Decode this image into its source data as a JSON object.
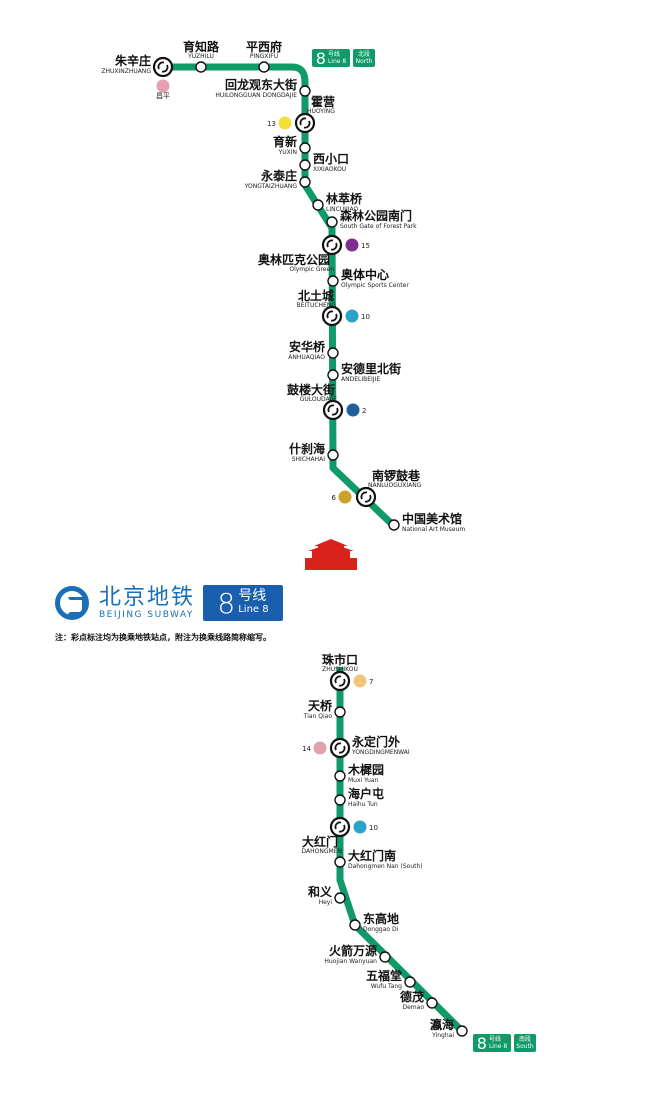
{
  "line_color": "#0f9a68",
  "north_badge": {
    "line": "8",
    "line_cn": "号线",
    "line_en": "Line 8",
    "section_cn": "北段",
    "section_en": "North"
  },
  "south_badge": {
    "line": "8",
    "line_cn": "号线",
    "line_en": "Line 8",
    "section_cn": "南段",
    "section_en": "South"
  },
  "north_stations": [
    {
      "cn": "朱辛庄",
      "en": "ZHUXINZHUANG",
      "transfer": {
        "line": "昌平",
        "color": "#e8a0b0"
      }
    },
    {
      "cn": "育知路",
      "en": "YUZHILU"
    },
    {
      "cn": "平西府",
      "en": "PINGXIFU"
    },
    {
      "cn": "回龙观东大街",
      "en": "HUILONGGUAN DONGDAJIE"
    },
    {
      "cn": "霍营",
      "en": "HUOYING",
      "transfer": {
        "line": "13",
        "color": "#f2e03a"
      }
    },
    {
      "cn": "育新",
      "en": "YUXIN"
    },
    {
      "cn": "西小口",
      "en": "XIXIAOKOU"
    },
    {
      "cn": "永泰庄",
      "en": "YONGTAIZHUANG"
    },
    {
      "cn": "林萃桥",
      "en": "LINCUIJIAO"
    },
    {
      "cn": "森林公园南门",
      "en": "South Gate of Forest Park"
    },
    {
      "cn": "奥林匹克公园",
      "en": "Olympic Green",
      "transfer": {
        "line": "15",
        "color": "#7b2f8f"
      }
    },
    {
      "cn": "奥体中心",
      "en": "Olympic Sports Center"
    },
    {
      "cn": "北土城",
      "en": "BEITUCHENG",
      "transfer": {
        "line": "10",
        "color": "#2aa3c8"
      }
    },
    {
      "cn": "安华桥",
      "en": "ANHUAQIAO"
    },
    {
      "cn": "安德里北街",
      "en": "ANDELIBEIJIE"
    },
    {
      "cn": "鼓楼大街",
      "en": "GULOUDAJIE",
      "transfer": {
        "line": "2",
        "color": "#1f5f9e"
      }
    },
    {
      "cn": "什刹海",
      "en": "SHICHAHAI"
    },
    {
      "cn": "南锣鼓巷",
      "en": "NANLUOGUXIANG",
      "transfer": {
        "line": "6",
        "color": "#c9a227"
      }
    },
    {
      "cn": "中国美术馆",
      "en": "National Art Museum"
    }
  ],
  "south_stations": [
    {
      "cn": "珠市口",
      "en": "ZHUSHIKOU",
      "transfer": {
        "line": "7",
        "color": "#f0c47a"
      }
    },
    {
      "cn": "天桥",
      "en": "Tian Qiao"
    },
    {
      "cn": "永定门外",
      "en": "YONGDINGMENWAI",
      "transfer": {
        "line": "14",
        "color": "#e3a3ad"
      }
    },
    {
      "cn": "木樨园",
      "en": "Muxi Yuan"
    },
    {
      "cn": "海户屯",
      "en": "Haihu Tun"
    },
    {
      "cn": "大红门",
      "en": "DAHONGMEN",
      "transfer": {
        "line": "10",
        "color": "#2aa3c8"
      }
    },
    {
      "cn": "大红门南",
      "en": "Dahongmen Nan (South)"
    },
    {
      "cn": "和义",
      "en": "Heyi"
    },
    {
      "cn": "东高地",
      "en": "Donggao Di"
    },
    {
      "cn": "火箭万源",
      "en": "Huojian Wanyuan"
    },
    {
      "cn": "五福堂",
      "en": "Wufu Tang"
    },
    {
      "cn": "德茂",
      "en": "Demao"
    },
    {
      "cn": "瀛海",
      "en": "Yinghai"
    }
  ],
  "landmark_icon": "tiananmen-icon",
  "logo": {
    "cn": "北京地铁",
    "en": "BEIJING SUBWAY",
    "line_num": "8",
    "line_cn": "号线",
    "line_en": "Line 8",
    "color": "#1a6fb8"
  },
  "note": "注：彩点标注均为换乘地铁站点，附注为换乘线路简称缩写。"
}
